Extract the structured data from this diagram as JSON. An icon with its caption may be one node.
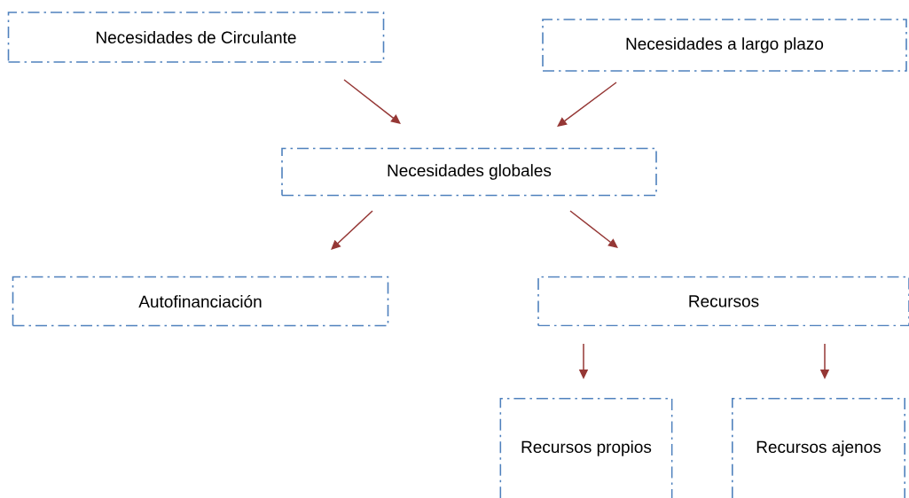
{
  "diagram": {
    "nodes": [
      {
        "text": [
          "Necesidades de Circulante"
        ]
      },
      {
        "text": [
          "Necesidades a largo plazo"
        ]
      },
      {
        "text": [
          "Necesidades globales"
        ]
      },
      {
        "text": [
          "Autofinanciación"
        ]
      },
      {
        "text": [
          "Recursos"
        ]
      },
      {
        "text": [
          "Recursos propios"
        ]
      },
      {
        "text": [
          "Recursos ajenos"
        ]
      }
    ],
    "edges": [
      {
        "from": 0,
        "to": 2,
        "arrow": "to"
      },
      {
        "from": 1,
        "to": 2,
        "arrow": "to"
      },
      {
        "from": 2,
        "to": 3,
        "arrow": "to"
      },
      {
        "from": 2,
        "to": 4,
        "arrow": "to"
      },
      {
        "from": 4,
        "to": 5,
        "arrow": "to"
      },
      {
        "from": 4,
        "to": 6,
        "arrow": "to"
      }
    ]
  }
}
